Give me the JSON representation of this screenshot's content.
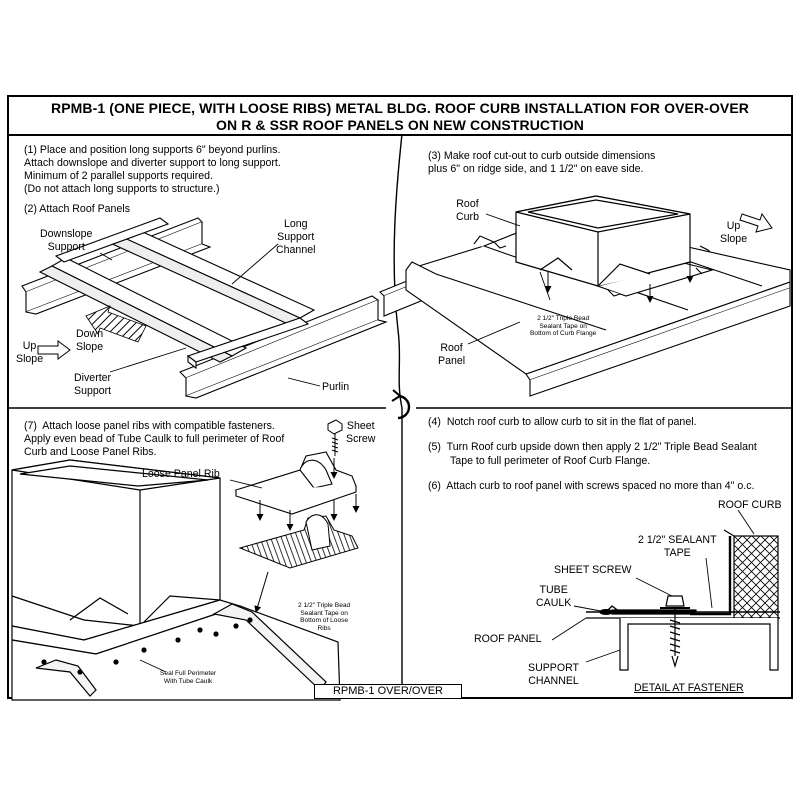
{
  "title": {
    "line1": "RPMB-1 (ONE PIECE, WITH LOOSE RIBS) METAL BLDG. ROOF CURB INSTALLATION FOR OVER-OVER",
    "line2": "ON R & SSR ROOF PANELS ON NEW CONSTRUCTION"
  },
  "panel1": {
    "instructions": [
      "(1) Place and position long supports 6\" beyond purlins.",
      "Attach downslope and diverter support to long support.",
      "Minimum of 2 parallel supports required.",
      "(Do not attach long supports to structure.)",
      "(2) Attach Roof Panels"
    ],
    "labels": {
      "downslope_support": "Downslope\nSupport",
      "long_support_channel": "Long\nSupport\nChannel",
      "down_slope": "Down\nSlope",
      "up_slope": "Up\nSlope",
      "diverter_support": "Diverter\nSupport",
      "purlin": "Purlin"
    }
  },
  "panel2": {
    "instructions": [
      "(3) Make roof cut-out to curb outside dimensions",
      "plus 6\" on ridge side, and 1 1/2\" on eave side."
    ],
    "labels": {
      "roof_curb": "Roof\nCurb",
      "up_slope": "Up\nSlope",
      "sealant_tape": "2 1/2\" Triple Bead\nSealant Tape on\nBottom of Curb Flange",
      "roof_panel": "Roof\nPanel"
    }
  },
  "panel3": {
    "instructions": [
      "(7)  Attach loose panel ribs with compatible fasteners.",
      "Apply even bead of Tube Caulk to full perimeter of Roof",
      "Curb and Loose Panel Ribs."
    ],
    "labels": {
      "sheet_screw": "Sheet\nScrew",
      "loose_panel_rib": "Loose Panel Rib",
      "sealant_tape": "2 1/2\" Triple Bead\nSealant Tape on\nBottom of Loose\nRibs",
      "seal_full_perimeter": "Seal Full Perimeter\nWith Tube Caulk"
    }
  },
  "panel4": {
    "instructions": [
      "(4)  Notch roof curb to allow curb to sit in the flat of panel.",
      "(5)  Turn Roof curb upside down then apply 2 1/2\" Triple Bead Sealant",
      "Tape to full perimeter of Roof Curb Flange.",
      "(6)  Attach curb to roof panel with screws spaced no more than 4\" o.c."
    ],
    "labels": {
      "roof_curb": "ROOF CURB",
      "sealant_tape": "2 1/2\" SEALANT\nTAPE",
      "sheet_screw": "SHEET SCREW",
      "tube_caulk": "TUBE\nCAULK",
      "roof_panel": "ROOF PANEL",
      "support_channel": "SUPPORT\nCHANNEL",
      "detail_title": "DETAIL AT FASTENER"
    }
  },
  "drawing_tag": "RPMB-1 OVER/OVER"
}
